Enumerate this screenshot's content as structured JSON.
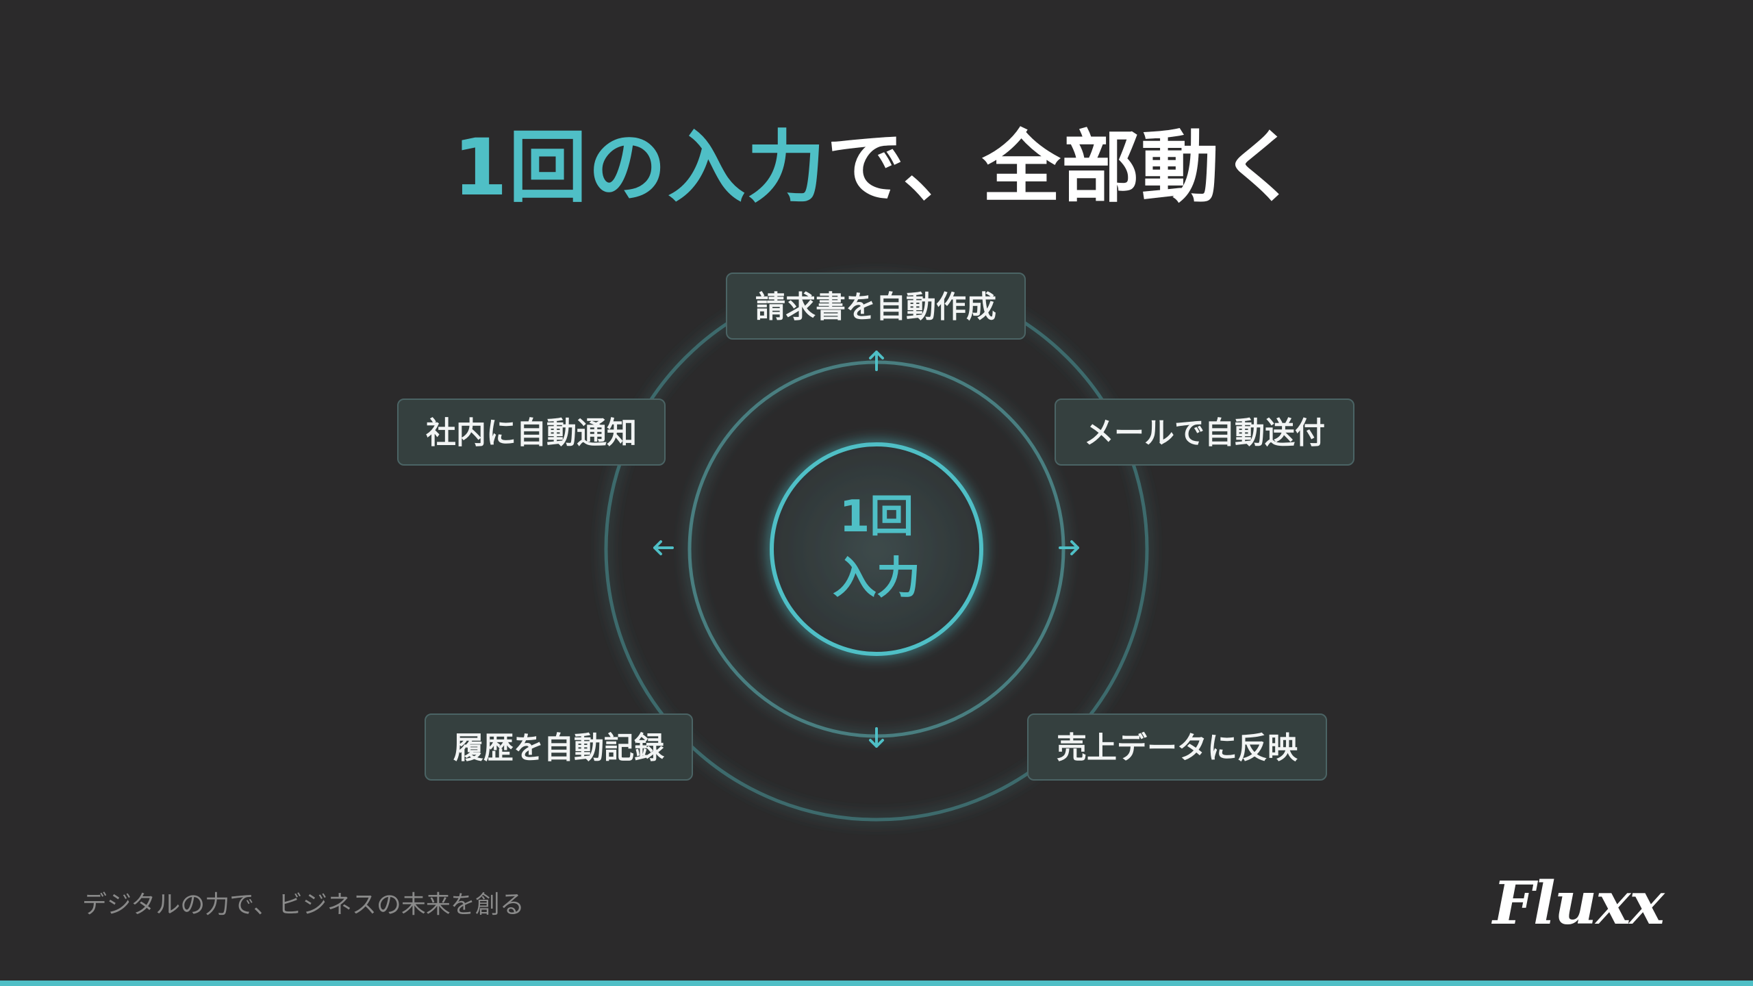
{
  "title": {
    "accent_part": "1回の入力",
    "rest_part": "で、全部動く"
  },
  "center": {
    "line1": "1回",
    "line2": "入力"
  },
  "outputs": {
    "top": "請求書を自動作成",
    "right_upper": "メールで自動送付",
    "right_lower": "売上データに反映",
    "left_lower": "履歴を自動記録",
    "left_upper": "社内に自動通知"
  },
  "footer": {
    "tagline": "デジタルの力で、ビジネスの未来を創る",
    "logo": "Fluxx"
  },
  "colors": {
    "background": "#2b2a2b",
    "accent": "#4fbfc6",
    "chip_bg": "#35403f",
    "chip_border": "#4b6465",
    "text": "#ffffff",
    "muted": "#8a8a8a"
  }
}
